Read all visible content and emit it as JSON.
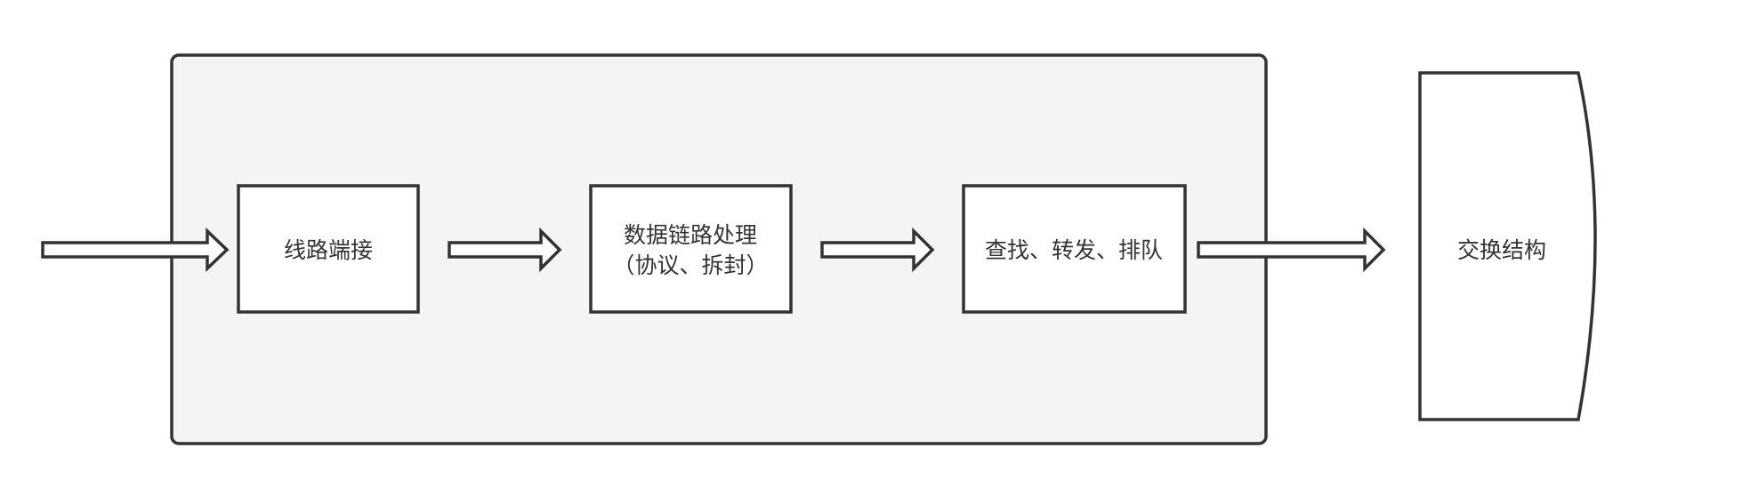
{
  "diagram": {
    "nodes": {
      "line_termination": "线路端接",
      "datalink_line1": "数据链路处理",
      "datalink_line2": "（协议、拆封）",
      "lookup": "查找、转发、排队",
      "switch_fabric": "交换结构"
    }
  },
  "colors": {
    "stroke": "#333333",
    "container_fill": "#f4f4f4",
    "box_fill": "#ffffff",
    "text": "#333333"
  }
}
